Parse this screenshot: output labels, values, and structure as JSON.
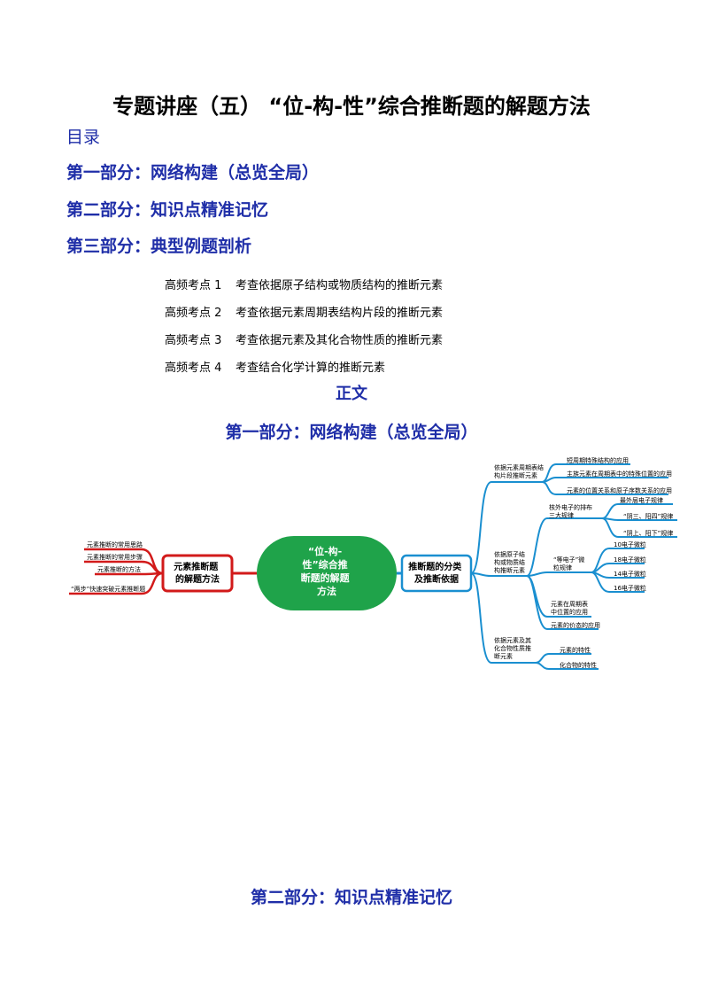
{
  "title": "专题讲座（五）  “位-构-性”综合推断题的解题方法",
  "toc": {
    "heading": "目录",
    "parts": [
      "第一部分：网络构建（总览全局）",
      "第二部分：知识点精准记忆",
      "第三部分：典型例题剖析"
    ],
    "kaodian": [
      {
        "label": "高频考点 1",
        "text": "考查依据原子结构或物质结构的推断元素"
      },
      {
        "label": "高频考点 2",
        "text": "考查依据元素周期表结构片段的推断元素"
      },
      {
        "label": "高频考点 3",
        "text": "考查依据元素及其化合物性质的推断元素"
      },
      {
        "label": "高频考点 4",
        "text": "考查结合化学计算的推断元素"
      }
    ]
  },
  "zhengwen": "正文",
  "section1": "第一部分：网络构建（总览全局）",
  "section2": "第二部分：知识点精准记忆",
  "mindmap": {
    "center": [
      "“位-构-",
      "性”综合推",
      "断题的解题",
      "方法"
    ],
    "left_node": [
      "元素推断题",
      "的解题方法"
    ],
    "left_leaves": [
      "元素推断的常用思路",
      "元素推断的常用步骤",
      "元素推断的方法",
      "“两步”快速突破元素推断题"
    ],
    "right_node": [
      "推断题的分类",
      "及推断依据"
    ],
    "branch1": [
      "依据元素周期表结",
      "构片段推断元素"
    ],
    "branch1_leaves": [
      "短周期特殊结构的应用",
      "主族元素在周期表中的特殊位置的应用",
      "元素的位置关系和原子序数关系的应用"
    ],
    "branch2": [
      "依据原子结",
      "构或物质结",
      "构推断元素"
    ],
    "b2a": [
      "核外电子的排布",
      "三大规律"
    ],
    "b2a_leaves": [
      "最外层电子规律",
      "“阴三、阳四”规律",
      "“阴上、阳下”规律"
    ],
    "b2b": [
      "“等电子”微",
      "粒规律"
    ],
    "b2b_leaves": [
      "10电子微粒",
      "18电子微粒",
      "14电子微粒",
      "16电子微粒"
    ],
    "b2c": [
      "元素在周期表",
      "中位置的应用"
    ],
    "b2d": "元素的价态的应用",
    "branch3": [
      "依据元素及其",
      "化合物性质推",
      "断元素"
    ],
    "branch3_leaves": [
      "元素的特性",
      "化合物的特性"
    ]
  }
}
